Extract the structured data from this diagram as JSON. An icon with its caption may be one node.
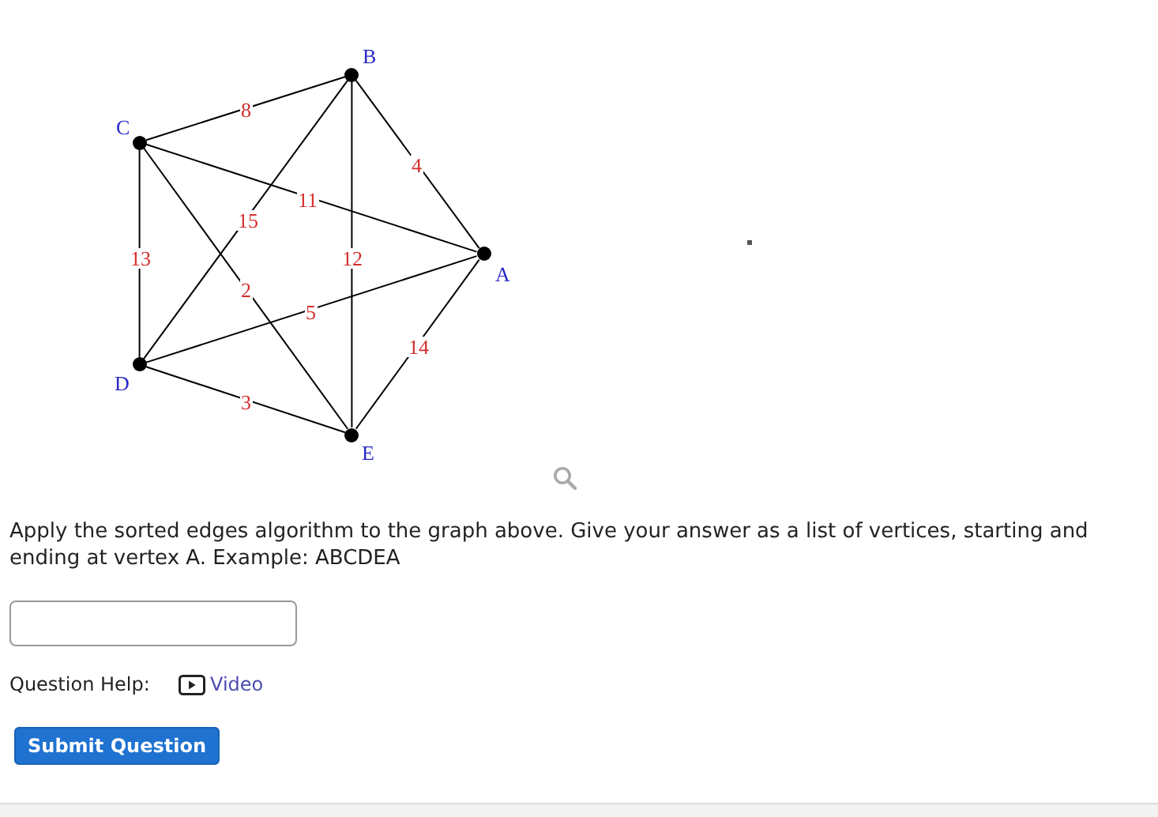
{
  "diagram": {
    "nodes": [
      {
        "text": [],
        "shape": "circle",
        "beside": [
          "B"
        ]
      },
      {
        "text": [],
        "shape": "circle",
        "beside": [
          "C"
        ]
      },
      {
        "text": [],
        "shape": "circle",
        "beside": [
          "A"
        ]
      },
      {
        "text": [],
        "shape": "circle",
        "beside": [
          "D"
        ]
      },
      {
        "text": [],
        "shape": "circle",
        "beside": [
          "E"
        ]
      }
    ],
    "edges": [
      {
        "from": 1,
        "to": 0,
        "arrow": "none",
        "label": "8"
      },
      {
        "from": 0,
        "to": 2,
        "arrow": "none",
        "label": "4"
      },
      {
        "from": 1,
        "to": 2,
        "arrow": "none",
        "label": "11"
      },
      {
        "from": 3,
        "to": 0,
        "arrow": "none",
        "label": "15"
      },
      {
        "from": 0,
        "to": 4,
        "arrow": "none",
        "label": "12"
      },
      {
        "from": 1,
        "to": 3,
        "arrow": "none",
        "label": "13"
      },
      {
        "from": 1,
        "to": 4,
        "arrow": "none",
        "label": "2"
      },
      {
        "from": 3,
        "to": 2,
        "arrow": "none",
        "label": "5"
      },
      {
        "from": 2,
        "to": 4,
        "arrow": "none",
        "label": "14"
      },
      {
        "from": 3,
        "to": 4,
        "arrow": "none",
        "label": "3"
      }
    ],
    "labels": [
      "Apply the sorted edges algorithm to the graph above. Give your answer as a list of vertices, starting and ending at vertex A. Example: ABCDEA",
      "Question Help:",
      "Video",
      "Submit Question"
    ]
  }
}
